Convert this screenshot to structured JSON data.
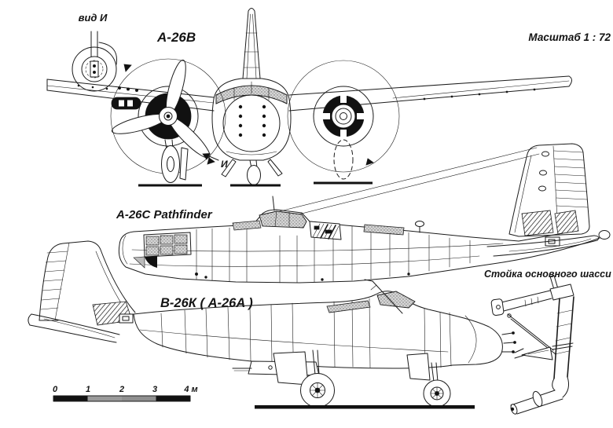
{
  "page": {
    "background": "#ffffff",
    "ink": "#1b1b1b",
    "subject": "A-26 Invader three-view blueprint"
  },
  "annotations": {
    "detail_view_label": "вид И",
    "front_view_label": "A-26B",
    "scale_note": "Масштаб 1 : 72",
    "side_view_top_label": "A-26C Pathfinder",
    "side_view_bottom_label": "B-26К  ( A-26A )",
    "gear_detail_label": "Стойка основного шасси",
    "view_marker": "И"
  },
  "scale_bar": {
    "ticks": [
      "0",
      "1",
      "2",
      "3"
    ],
    "end_label": "4 м"
  }
}
